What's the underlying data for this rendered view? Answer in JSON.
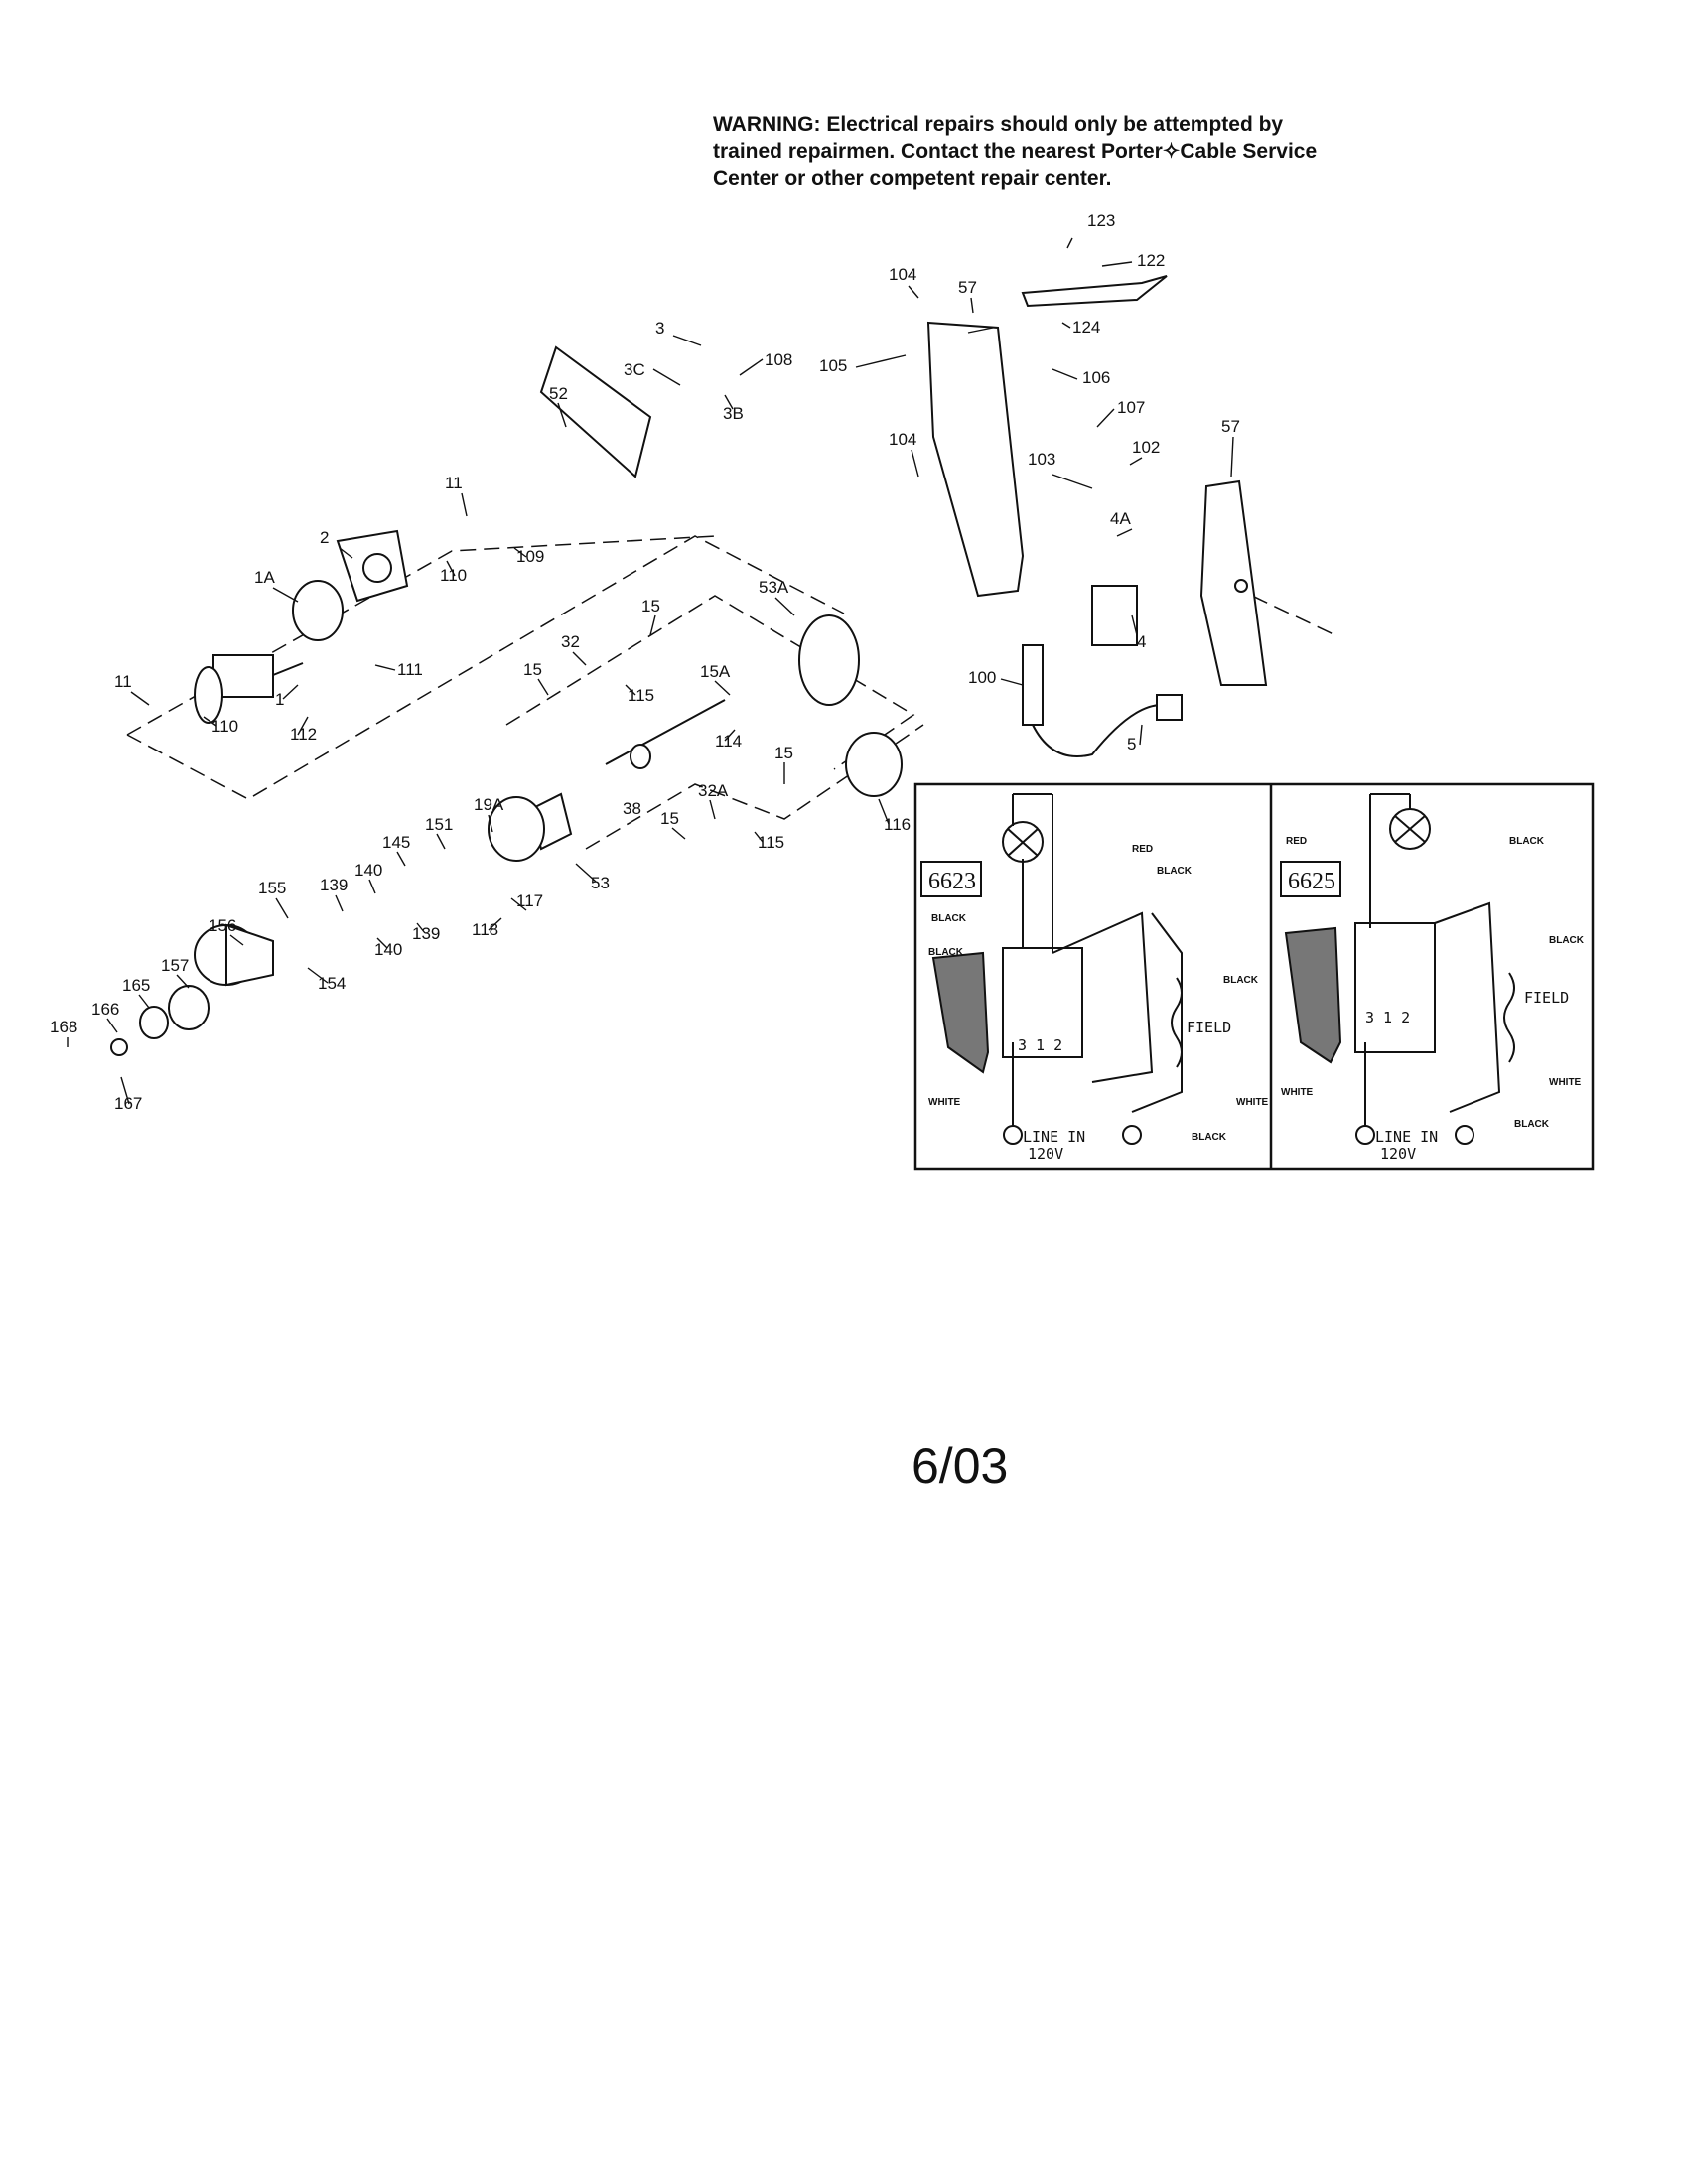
{
  "warning": {
    "line1": "WARNING:  Electrical repairs should only be attempted by",
    "line2": "trained repairmen.  Contact the nearest Porter✧Cable Service",
    "line3": "Center or other competent repair center."
  },
  "parts": {
    "p123": "123",
    "p122": "122",
    "p124": "124",
    "p104a": "104",
    "p57a": "57",
    "p105": "105",
    "p106": "106",
    "p107": "107",
    "p104b": "104",
    "p103": "103",
    "p102": "102",
    "p57b": "57",
    "p4A": "4A",
    "p4": "4",
    "p100": "100",
    "p5": "5",
    "p3": "3",
    "p3C": "3C",
    "p108": "108",
    "p3B": "3B",
    "p52": "52",
    "p11a": "11",
    "p109": "109",
    "p110a": "110",
    "p2": "2",
    "p1A": "1A",
    "p111": "111",
    "p1": "1",
    "p11b": "11",
    "p110b": "110",
    "p112": "112",
    "p15a": "15",
    "p53A": "53A",
    "p32": "32",
    "p15b": "15",
    "p115a": "115",
    "p15A": "15A",
    "p114": "114",
    "p38": "38",
    "p15c": "15",
    "p32A": "32A",
    "p15d": "15",
    "p115b": "115",
    "p116": "116",
    "p19A": "19A",
    "p151": "151",
    "p145": "145",
    "p53": "53",
    "p140a": "140",
    "p139a": "139",
    "p155": "155",
    "p139b": "139",
    "p140b": "140",
    "p117": "117",
    "p118": "118",
    "p156": "156",
    "p154": "154",
    "p157": "157",
    "p165": "165",
    "p166": "166",
    "p168": "168",
    "p167": "167"
  },
  "schematics": [
    {
      "model": "6623",
      "red": "RED",
      "black1": "BLACK",
      "black2": "BLACK",
      "black3": "BLACK",
      "black4": "BLACK",
      "black5": "BLACK",
      "white1": "WHITE",
      "white2": "WHITE",
      "field": "FIELD",
      "terminals": "3  1  2",
      "line_in": "LINE IN",
      "voltage": "120V"
    },
    {
      "model": "6625",
      "red": "RED",
      "black1": "BLACK",
      "black2": "BLACK",
      "black3": "BLACK",
      "white1": "WHITE",
      "white2": "WHITE",
      "field": "FIELD",
      "terminals": "3  1  2",
      "line_in": "LINE IN",
      "voltage": "120V"
    }
  ],
  "date": "6/03"
}
